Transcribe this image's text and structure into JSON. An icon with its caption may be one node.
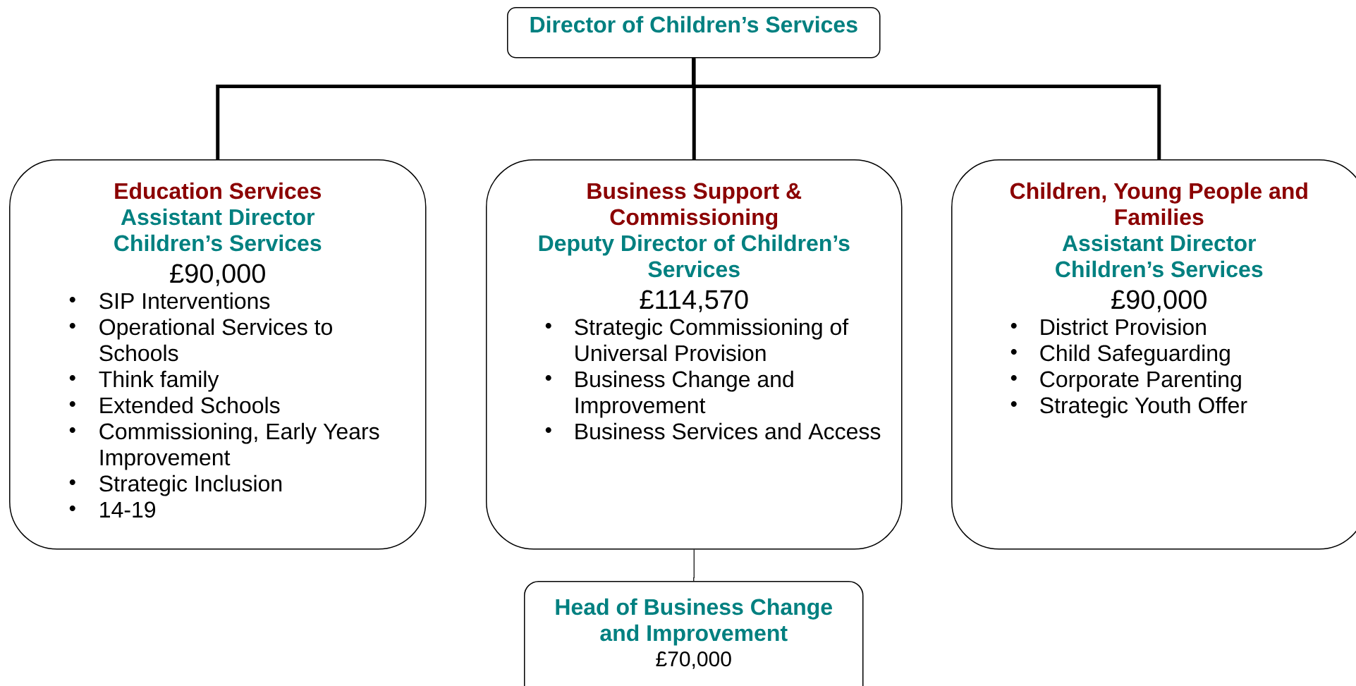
{
  "diagram": {
    "nodes": [
      {
        "text": [
          "Director of Children’s Services"
        ]
      },
      {
        "text": [
          "Education Services",
          "Assistant Director Children’s Services",
          "£90,000",
          "SIP Interventions",
          "Operational Services to Schools",
          "Think family",
          "Extended Schools",
          "Commissioning, Early Years Improvement",
          "Strategic Inclusion",
          "14-19"
        ]
      },
      {
        "text": [
          "Business Support & Commissioning",
          "Deputy Director of Children’s Services",
          "£114,570",
          "Strategic Commissioning of Universal Provision",
          "Business Change and Improvement",
          "Business Services and Access"
        ]
      },
      {
        "text": [
          "Children, Young People and Families",
          "Assistant Director Children’s Services",
          "£90,000",
          "District Provision",
          "Child Safeguarding",
          "Corporate Parenting",
          "Strategic Youth Offer"
        ]
      },
      {
        "text": [
          "Head of Business Change and Improvement",
          "£70,000"
        ]
      }
    ],
    "edges": [
      {
        "from": 0,
        "to": 1,
        "arrow": "none"
      },
      {
        "from": 0,
        "to": 2,
        "arrow": "none"
      },
      {
        "from": 0,
        "to": 3,
        "arrow": "none"
      },
      {
        "from": 2,
        "to": 4,
        "arrow": "none"
      }
    ]
  }
}
